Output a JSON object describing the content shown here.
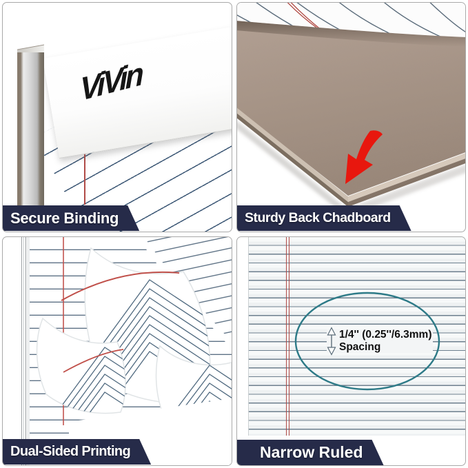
{
  "brand": {
    "logo_text": "ViVin"
  },
  "panels": {
    "secure_binding": {
      "label": "Secure Binding"
    },
    "sturdy_back": {
      "label": "Sturdy Back Chadboard"
    },
    "dual_sided": {
      "label": "Dual-Sided Printing"
    },
    "narrow_ruled": {
      "label": "Narrow Ruled",
      "annotation_line1": "1/4'' (0.25''/6.3mm)",
      "annotation_line2": "Spacing"
    }
  },
  "colors": {
    "label_navy": "#262b49",
    "label_text": "#ffffff",
    "arrow_red": "#e8170e",
    "margin_line_red": "#b04a46",
    "rule_line_blue": "#3d5876",
    "rule_line_slate": "#53687d",
    "rule_line_light": "#5f7383",
    "ellipse_teal": "#2d7a87",
    "chipboard_brown": "#a4917f",
    "spine_silver": "#d6d6d6",
    "paper_white": "#ffffff"
  }
}
